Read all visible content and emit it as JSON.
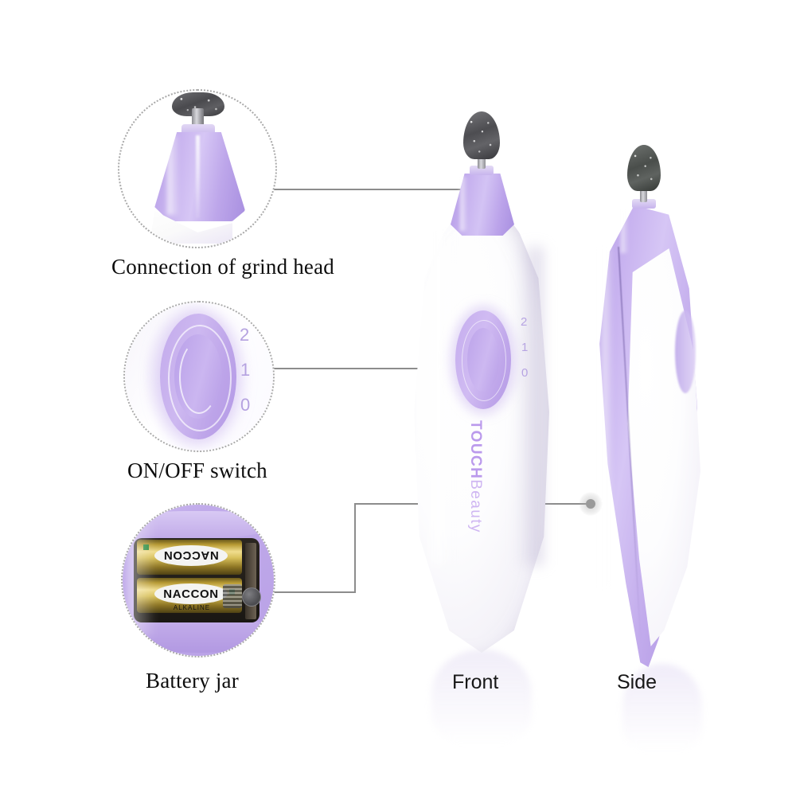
{
  "product": {
    "brand_top": "TOUCH",
    "brand_bottom": "Beauty",
    "accent_purple": "#b9a1e8",
    "accent_light_purple": "#d3c3f4",
    "bit_grey": "#4d4d51"
  },
  "callouts": [
    {
      "id": "grind-head",
      "label": "Connection of grind head",
      "icon": "grind-head-icon"
    },
    {
      "id": "onoff-switch",
      "label": "ON/OFF switch",
      "icon": "switch-icon",
      "speed_marks": [
        "2",
        "1",
        "0"
      ]
    },
    {
      "id": "battery-jar",
      "label": "Battery jar",
      "icon": "battery-icon",
      "battery_brand": "NACCON",
      "battery_type": "ALKALINE"
    }
  ],
  "views": [
    {
      "id": "front",
      "label": "Front",
      "speed_marks": [
        "2",
        "1",
        "0"
      ]
    },
    {
      "id": "side",
      "label": "Side"
    }
  ]
}
